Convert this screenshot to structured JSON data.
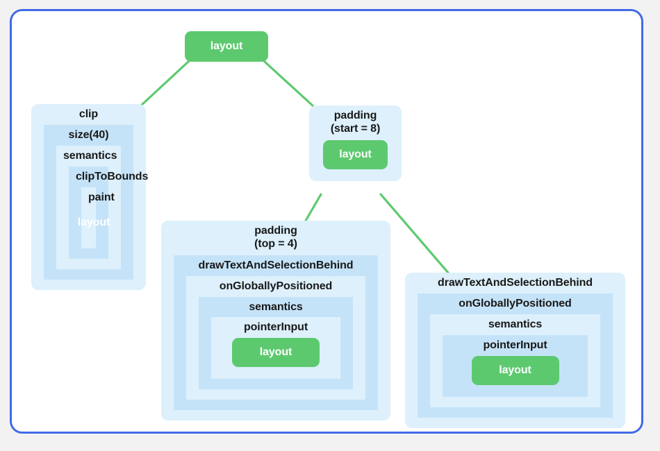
{
  "diagram": {
    "title": "Compose modifier node tree",
    "colors": {
      "frame_border": "#4169e8",
      "canvas": "#ffffff",
      "page_background": "#f2f2f2",
      "layout_node": "#5dc96f",
      "layout_node_text": "#ffffff",
      "modifier_shade_a": "#c5e3f8",
      "modifier_shade_b": "#ddf0fc",
      "connector": "#5dc96f",
      "label_text": "#181818"
    },
    "root": {
      "label": "layout"
    },
    "clip_group": {
      "labels": {
        "clip": "clip",
        "size": "size(40)",
        "semantics": "semantics",
        "clip_to_bounds": "clipToBounds",
        "paint": "paint",
        "layout": "layout"
      }
    },
    "padding_start_group": {
      "labels": {
        "padding": "padding",
        "padding_arg": "(start = 8)",
        "layout": "layout"
      }
    },
    "padding_top_group": {
      "labels": {
        "padding": "padding",
        "padding_arg": "(top = 4)",
        "draw_text": "drawTextAndSelectionBehind",
        "on_globally_positioned": "onGloballyPositioned",
        "semantics": "semantics",
        "pointer_input": "pointerInput",
        "layout": "layout"
      }
    },
    "draw_right_group": {
      "labels": {
        "draw_text": "drawTextAndSelectionBehind",
        "on_globally_positioned": "onGloballyPositioned",
        "semantics": "semantics",
        "pointer_input": "pointerInput",
        "layout": "layout"
      }
    },
    "connectors": [
      {
        "name": "root-to-clip"
      },
      {
        "name": "root-to-padding-start"
      },
      {
        "name": "padding-start-to-padding-top"
      },
      {
        "name": "padding-start-to-draw-right"
      }
    ]
  }
}
